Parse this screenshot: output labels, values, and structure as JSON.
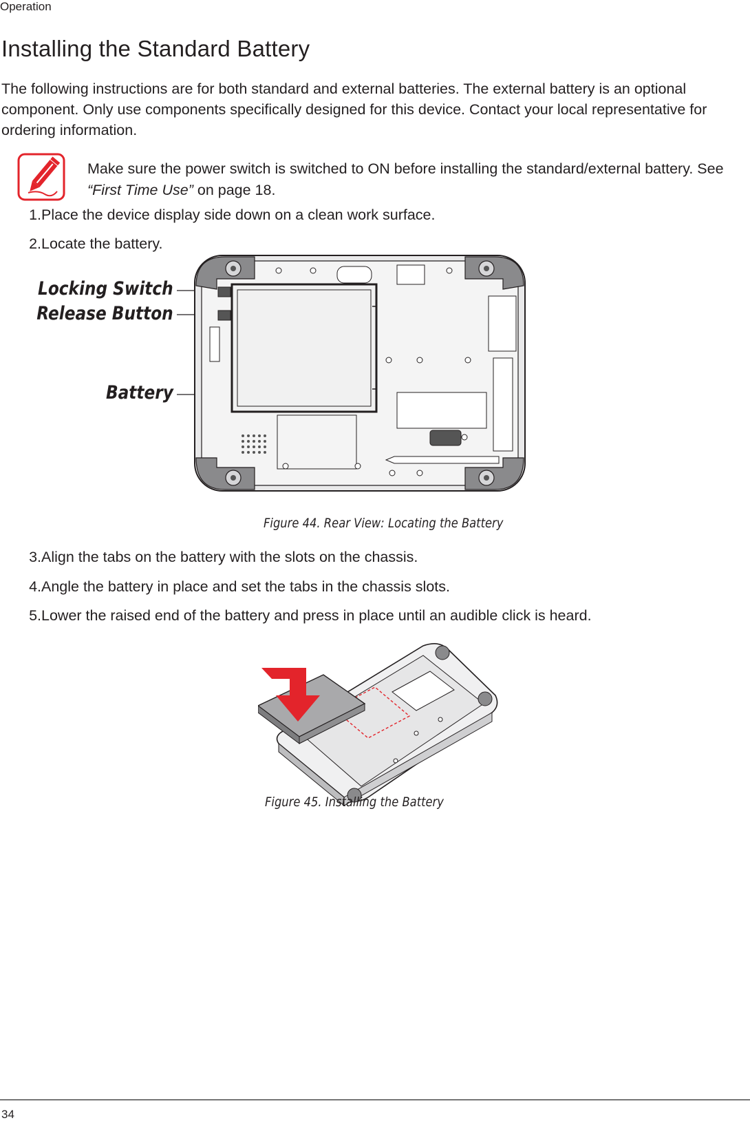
{
  "header": {
    "section_label": "Operation"
  },
  "title": "Installing the Standard Battery",
  "intro": "The following instructions are for both standard and external batteries. The external battery is an optional component. Only use components specifically designed for this device. Contact your local representative for ordering information.",
  "note": {
    "icon": "pencil-note-icon",
    "accent_color": "#e3242b",
    "text_before": "Make sure the power switch is switched to ON before installing the standard/external battery. See ",
    "link_text": "“First Time Use”",
    "text_after": " on page 18."
  },
  "steps_a": [
    {
      "num": "1.",
      "text": "Place the device display side down on a clean work surface."
    },
    {
      "num": "2.",
      "text": "Locate the battery."
    }
  ],
  "figure44": {
    "callouts": {
      "locking_switch": "Locking Switch",
      "release_button": "Release Button",
      "battery": "Battery"
    },
    "caption": "Figure 44.  Rear View: Locating the Battery"
  },
  "steps_b": [
    {
      "num": "3.",
      "text": "Align the tabs on the battery with the slots on the chassis."
    },
    {
      "num": "4.",
      "text": "Angle the battery in place and set the tabs in the chassis slots."
    },
    {
      "num": "5.",
      "text": "Lower the raised end of the battery and press in place until an audible click is heard."
    }
  ],
  "figure45": {
    "caption": "Figure 45.  Installing the Battery",
    "arrow_color": "#e3242b"
  },
  "footer": {
    "page_number": "34"
  }
}
